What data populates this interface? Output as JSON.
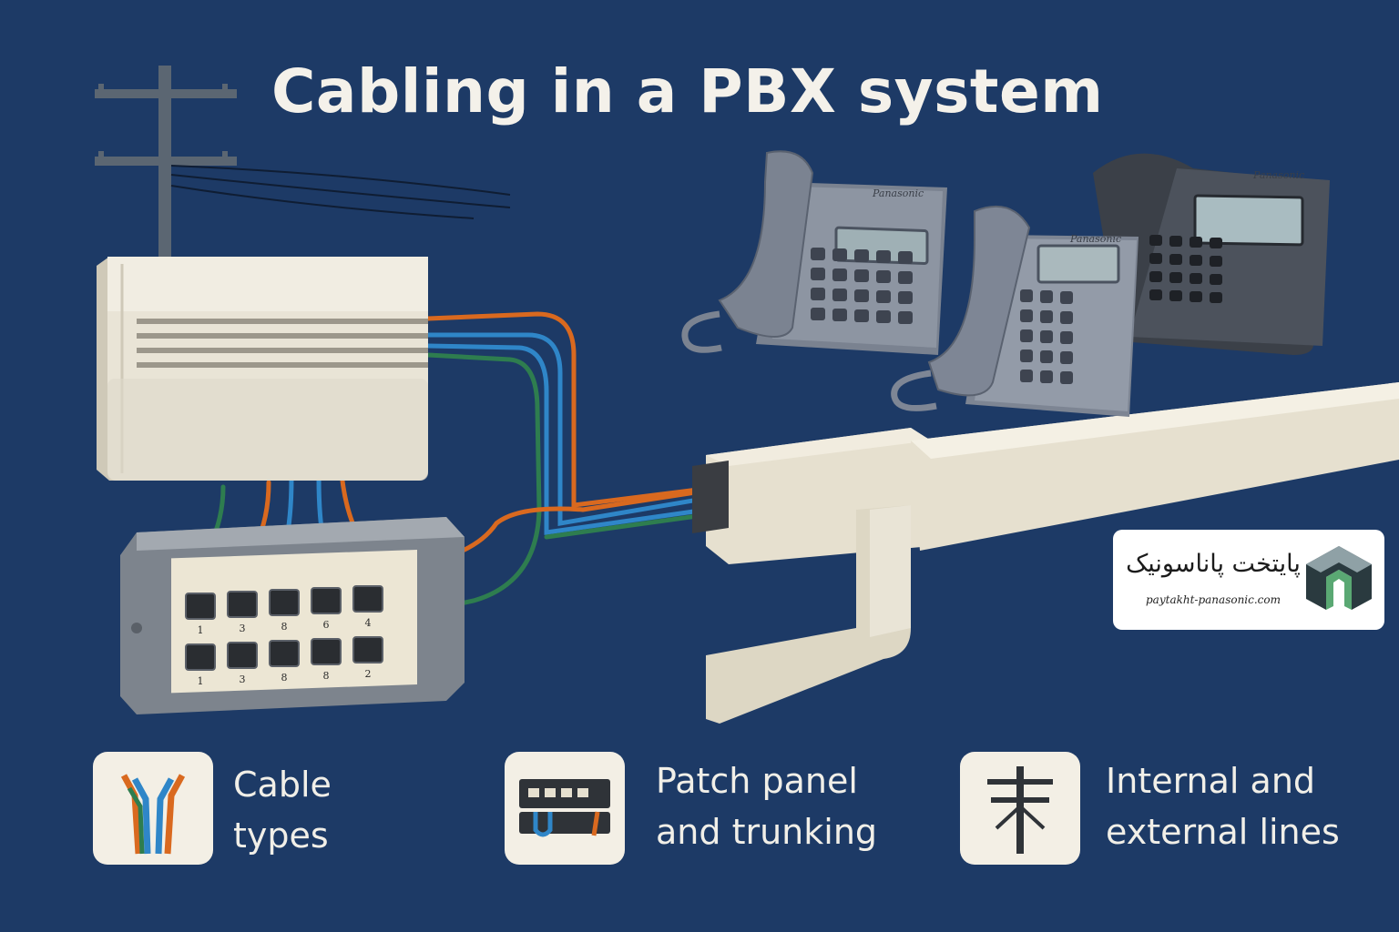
{
  "title": "Cabling in a PBX system",
  "patch_panel": {
    "top_row_numbers": [
      "1",
      "3",
      "8",
      "6",
      "4"
    ],
    "bottom_row_numbers": [
      "1",
      "3",
      "8",
      "8",
      "2"
    ]
  },
  "phones": {
    "left_brand": "Panasonic",
    "middle_brand": "Panasonic",
    "right_brand": "Panasonic"
  },
  "logo": {
    "name_fa": "پایتخت پاناسونیک",
    "url": "paytakht-panasonic.com"
  },
  "features": [
    {
      "icon": "cable-types-icon",
      "line1": "Cable",
      "line2": "types"
    },
    {
      "icon": "patch-panel-icon",
      "line1": "Patch panel",
      "line2": "and trunking"
    },
    {
      "icon": "utility-pole-icon",
      "line1": "Internal and",
      "line2": "external lines"
    }
  ],
  "colors": {
    "background": "#1d3a66",
    "cable_orange": "#d9691f",
    "cable_blue": "#2f86c8",
    "cable_green": "#2e7d4f",
    "equipment_beige": "#e9e4d6"
  }
}
